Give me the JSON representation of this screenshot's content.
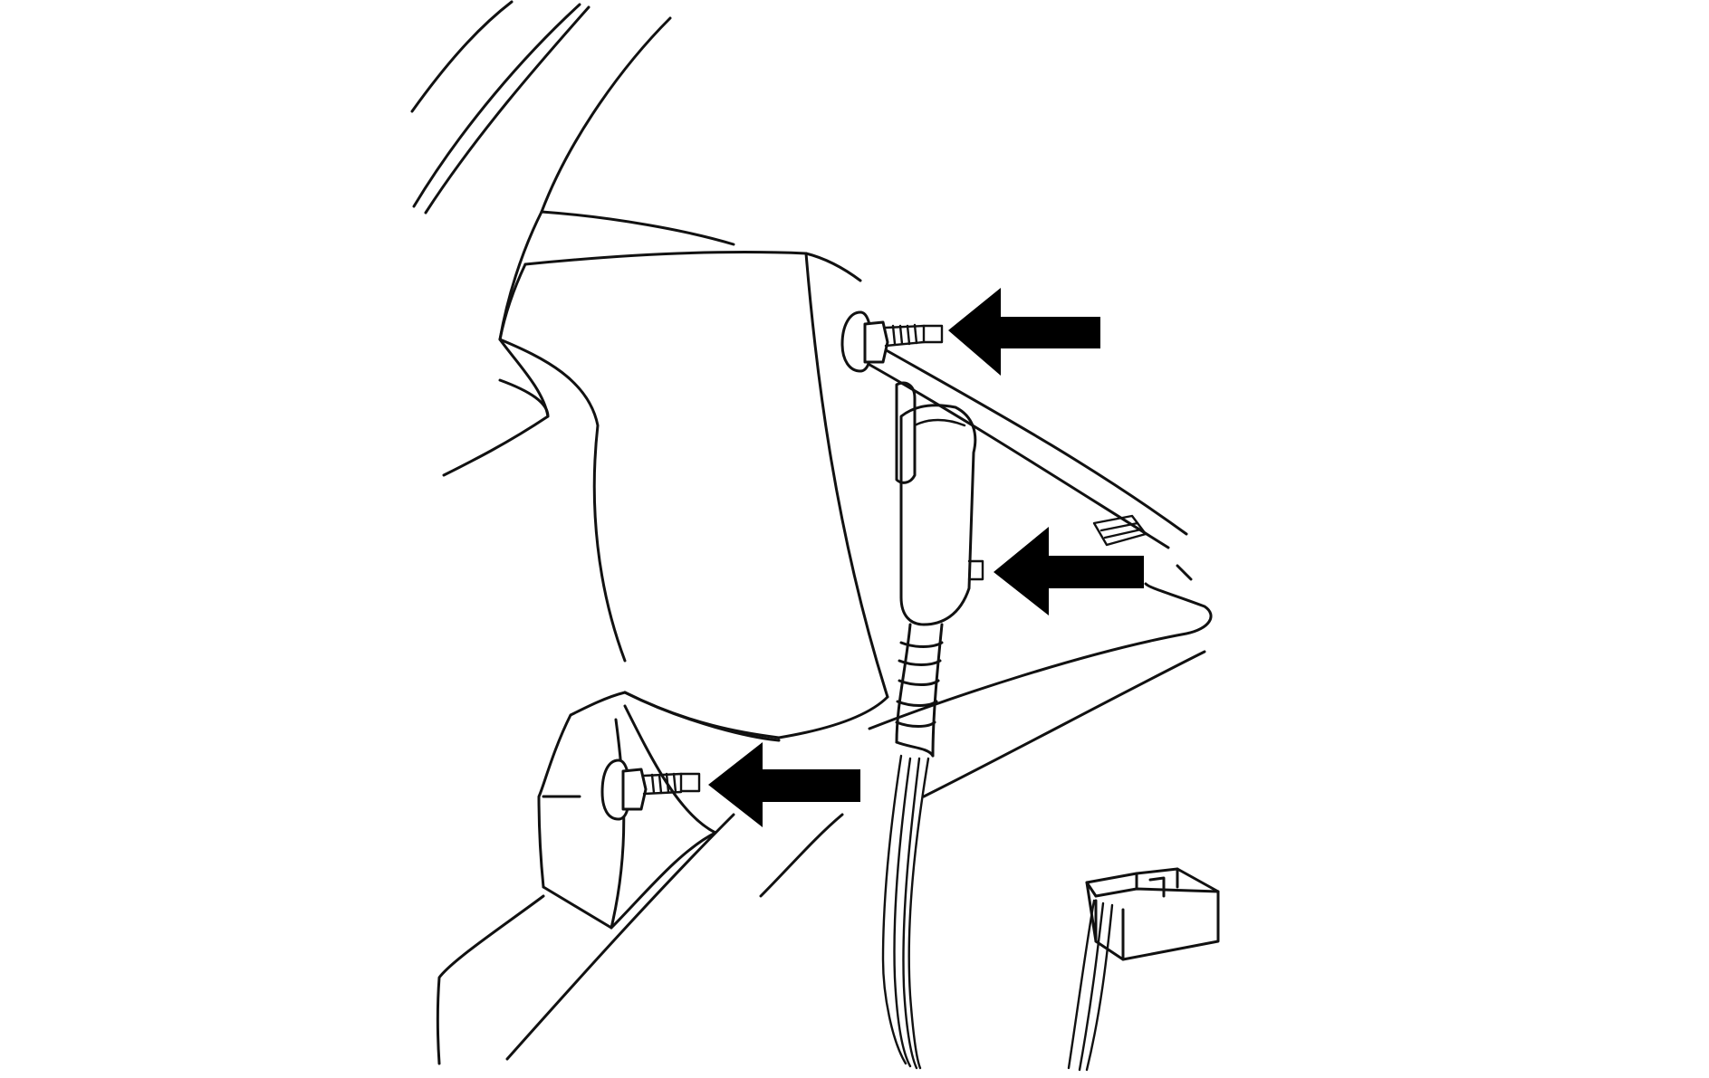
{
  "diagram": {
    "type": "technical-line-illustration",
    "colors": {
      "line": "#111111",
      "arrow": "#000000",
      "background": "#ffffff"
    },
    "callouts": [
      {
        "id": "upper-bolt",
        "points_at": "upper-mounting-bolt"
      },
      {
        "id": "middle-stud",
        "points_at": "connector-locator-stud"
      },
      {
        "id": "lower-bolt",
        "points_at": "lower-mounting-bolt"
      }
    ],
    "components": [
      "trim-panel",
      "upper-mounting-bolt",
      "wiring-connector-bracket",
      "wire-harness",
      "lower-mounting-bolt",
      "electrical-connector"
    ]
  }
}
